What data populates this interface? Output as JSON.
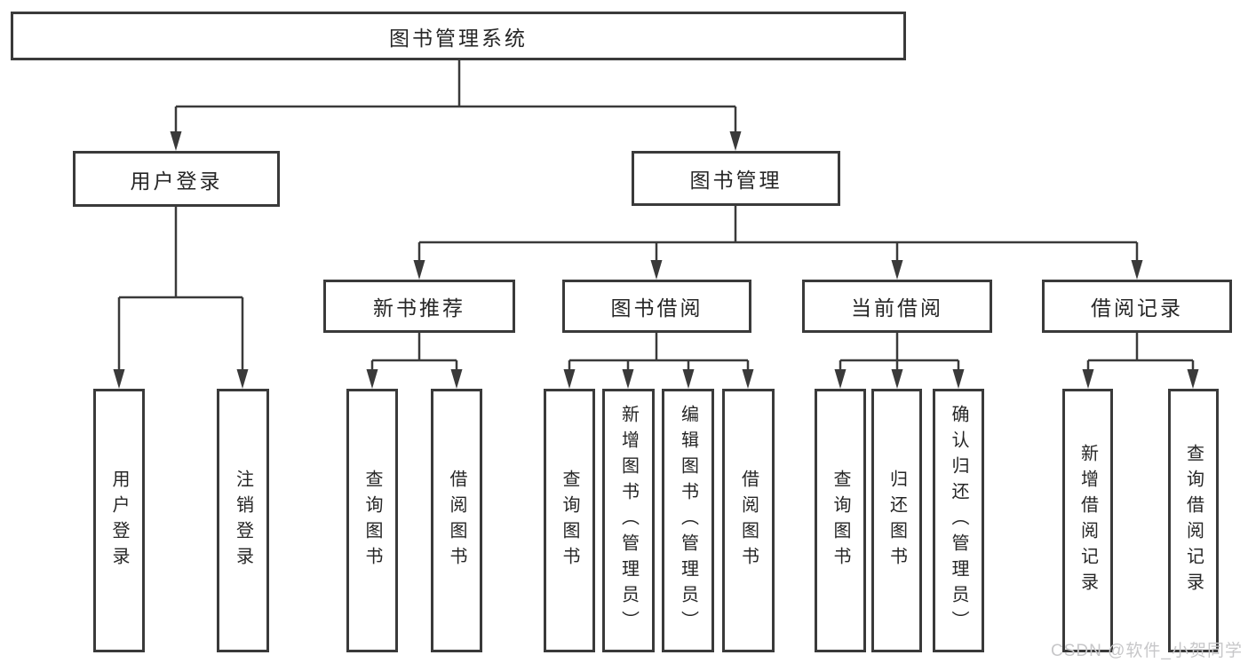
{
  "diagram": {
    "title": "图书管理系统",
    "user_branch": {
      "label": "用户登录",
      "children": [
        "用户登录",
        "注销登录"
      ]
    },
    "book_branch": {
      "label": "图书管理",
      "groups": [
        {
          "label": "新书推荐",
          "children": [
            "查询图书",
            "借阅图书"
          ]
        },
        {
          "label": "图书借阅",
          "children": [
            "查询图书",
            "新增图书（管理员）",
            "编辑图书（管理员）",
            "借阅图书"
          ]
        },
        {
          "label": "当前借阅",
          "children": [
            "查询图书",
            "归还图书",
            "确认归还（管理员）"
          ]
        },
        {
          "label": "借阅记录",
          "children": [
            "新增借阅记录",
            "查询借阅记录"
          ]
        }
      ]
    },
    "line_color": "#3a3a3a",
    "text_color": "#262626"
  },
  "watermark": {
    "text": "CSDN @软件_小贺同学",
    "color": "#c7c7c9"
  }
}
